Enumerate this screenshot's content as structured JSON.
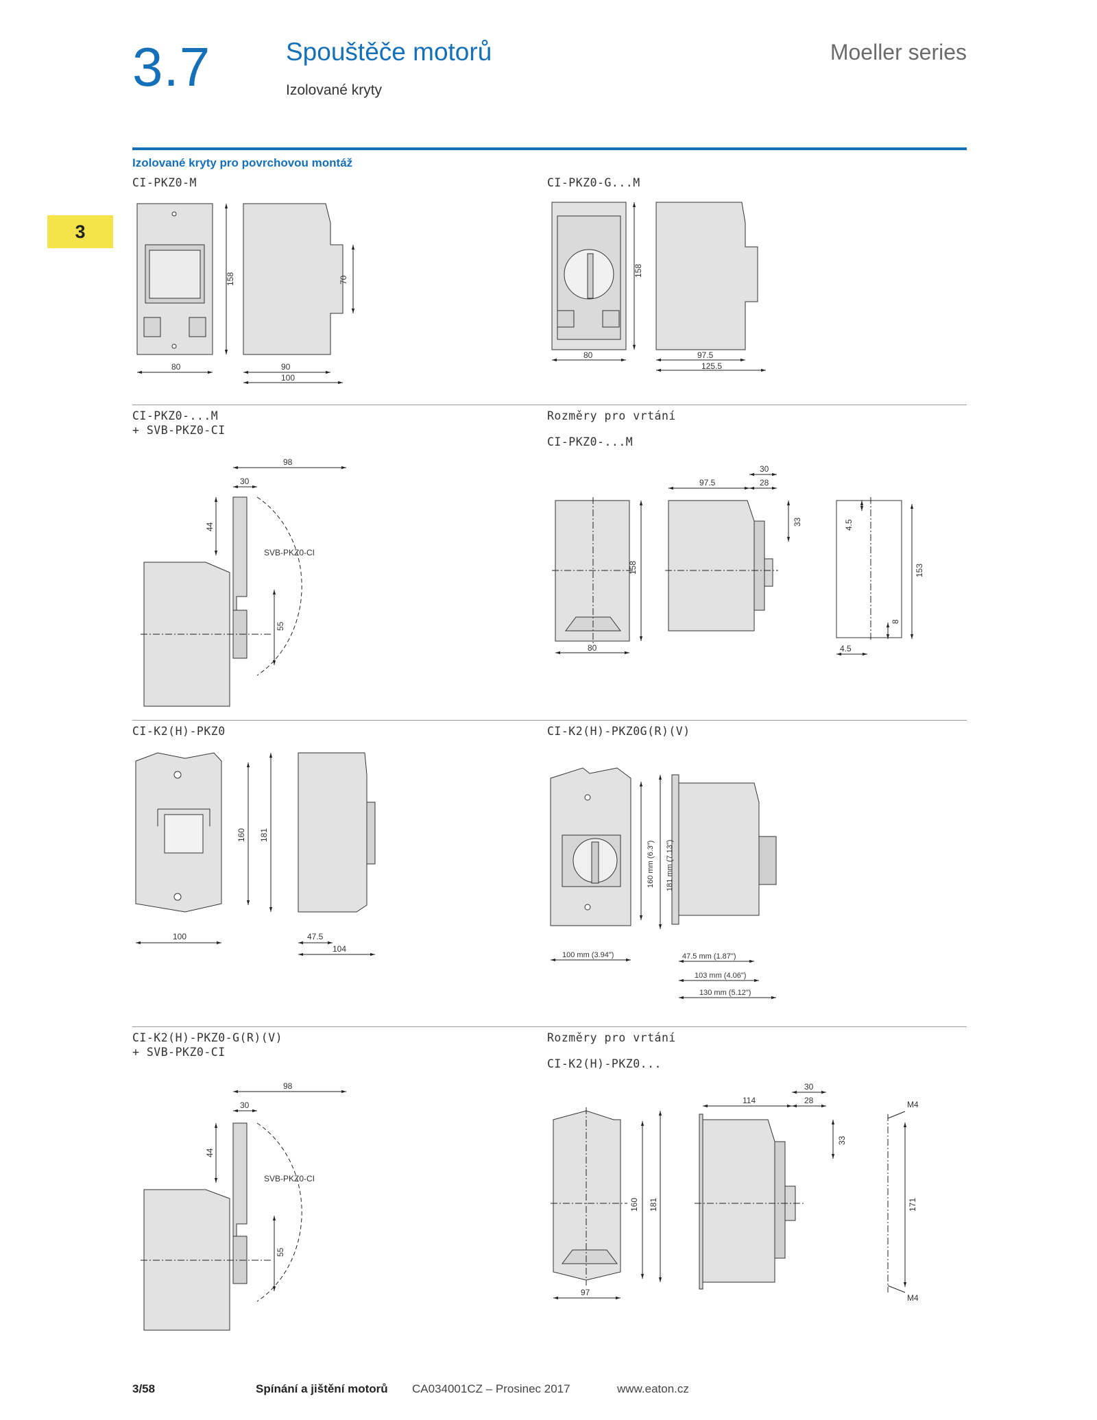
{
  "header": {
    "section_number": "3.7",
    "title": "Spouštěče motorů",
    "subtitle": "Izolované kryty",
    "series": "Moeller series"
  },
  "side_tab": "3",
  "section_heading": "Izolované kryty pro povrchovou montáž",
  "drawings": [
    {
      "label_lines": [
        "CI-PKZ0-M"
      ],
      "dims": {
        "w80": "80",
        "h158": "158",
        "h70": "70",
        "w90": "90",
        "w100": "100"
      }
    },
    {
      "label_lines": [
        "CI-PKZ0-G...M"
      ],
      "dims": {
        "h158": "158",
        "w80": "80",
        "w97_5": "97.5",
        "w125_5": "125.5"
      }
    },
    {
      "label_lines": [
        "CI-PKZ0-...M",
        "+ SVB-PKZ0-CI"
      ],
      "dims": {
        "w98": "98",
        "w30": "30",
        "h44": "44",
        "h55": "55",
        "part": "SVB-PKZ0-CI"
      }
    },
    {
      "label_lines": [
        "Rozměry pro vrtání",
        "CI-PKZ0-...M"
      ],
      "dims": {
        "h158": "158",
        "w80": "80",
        "w97_5": "97.5",
        "w30": "30",
        "w28": "28",
        "h33": "33",
        "h4_5": "4.5",
        "h153": "153",
        "h8": "8",
        "w4_5": "4.5"
      }
    },
    {
      "label_lines": [
        "CI-K2(H)-PKZ0"
      ],
      "dims": {
        "h160": "160",
        "h181": "181",
        "w100": "100",
        "w47_5": "47.5",
        "w104": "104"
      }
    },
    {
      "label_lines": [
        "CI-K2(H)-PKZ0G(R)(V)"
      ],
      "dims": {
        "h160": "160 mm (6.3\")",
        "h181": "181 mm (7.13\")",
        "w100": "100 mm (3.94\")",
        "w47_5": "47.5 mm (1.87\")",
        "w103": "103 mm (4.06\")",
        "w130": "130 mm (5.12\")"
      }
    },
    {
      "label_lines": [
        "CI-K2(H)-PKZ0-G(R)(V)",
        "+ SVB-PKZ0-CI"
      ],
      "dims": {
        "w98": "98",
        "w30": "30",
        "h44": "44",
        "h55": "55",
        "part": "SVB-PKZ0-CI"
      }
    },
    {
      "label_lines": [
        "Rozměry pro vrtání",
        "CI-K2(H)-PKZ0..."
      ],
      "dims": {
        "h160": "160",
        "h181": "181",
        "w97": "97",
        "w114": "114",
        "w30": "30",
        "w28": "28",
        "h33": "33",
        "m4_top": "M4",
        "h171": "171",
        "m4_bottom": "M4"
      }
    }
  ],
  "footer": {
    "page": "3/58",
    "title": "Spínání a jištění motorů",
    "code": "CA034001CZ – Prosinec 2017",
    "url": "www.eaton.cz"
  }
}
